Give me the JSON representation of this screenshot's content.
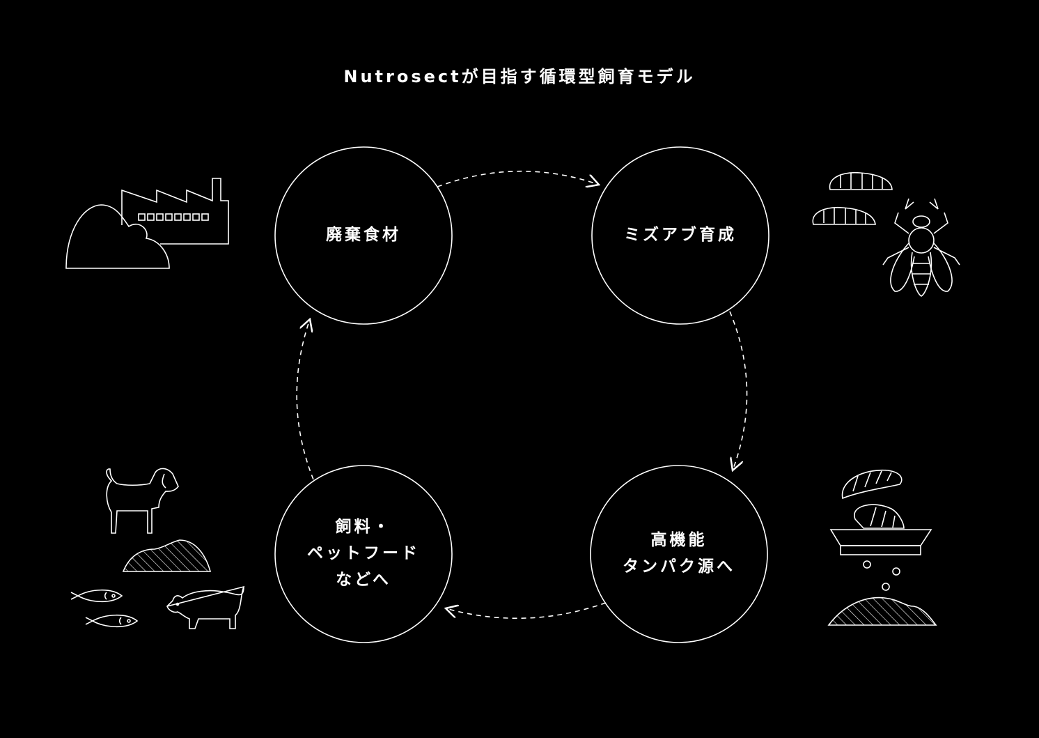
{
  "title": "Nutrosectが目指す循環型飼育モデル",
  "nodes": [
    {
      "lines": [
        "廃棄食材"
      ]
    },
    {
      "lines": [
        "ミズアブ育成"
      ]
    },
    {
      "lines": [
        "高機能",
        "タンパク源へ"
      ]
    },
    {
      "lines": [
        "飼料・",
        "ペットフード",
        "などへ"
      ]
    }
  ],
  "colors": {
    "background": "#000000",
    "line": "#ffffff"
  }
}
